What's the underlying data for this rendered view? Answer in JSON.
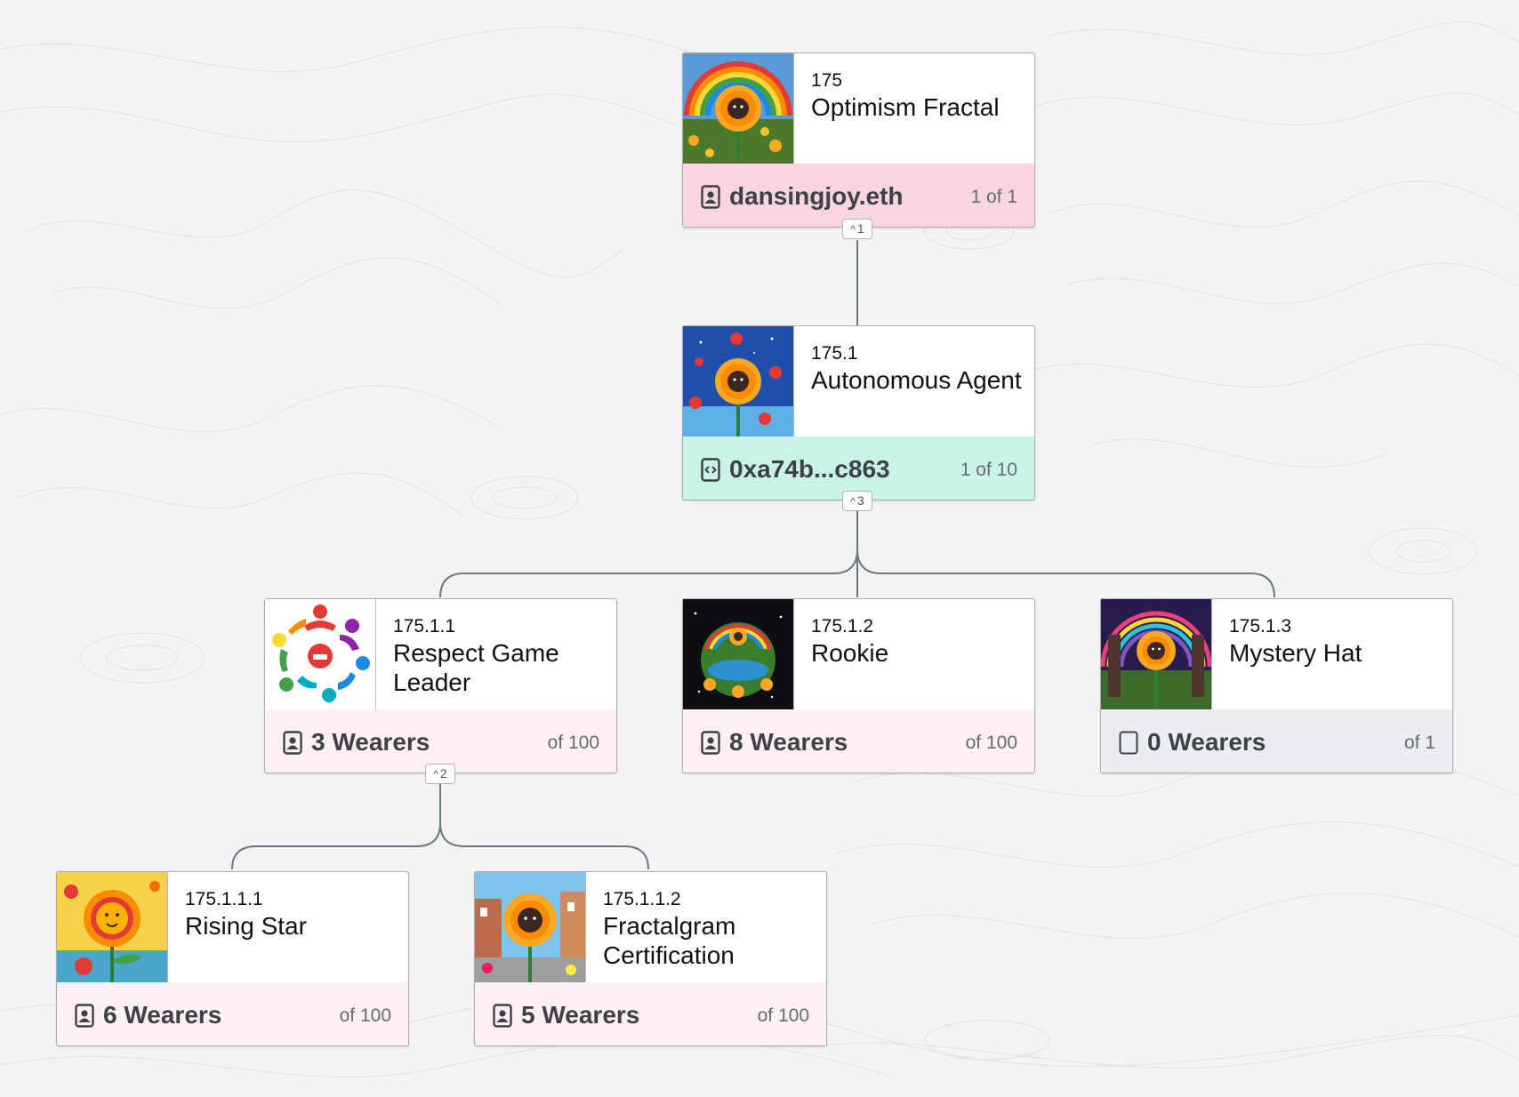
{
  "colors": {
    "wearer_pink": "#f8d5e0",
    "module_teal": "#c8f3e6",
    "light_pink": "#fdf1f5",
    "empty_gray": "#ecedf1",
    "connector": "#6e7785"
  },
  "hats": [
    {
      "id": "175",
      "name": "Optimism Fractal",
      "wearer": "dansingjoy.eth",
      "count": "1 of 1",
      "wearer_icon": "badge-icon",
      "image": "rainbow-sunflower-image"
    },
    {
      "id": "175.1",
      "name": "Autonomous Agent",
      "wearer": "0xa74b...c863",
      "count": "1 of 10",
      "wearer_icon": "code-icon",
      "image": "juggling-sunflower-image"
    },
    {
      "id": "175.1.1",
      "name": "Respect Game Leader",
      "wearer": "3 Wearers",
      "count": "of 100",
      "wearer_icon": "badge-icon",
      "image": "circle-of-people-image"
    },
    {
      "id": "175.1.2",
      "name": "Rookie",
      "wearer": "8 Wearers",
      "count": "of 100",
      "wearer_icon": "badge-icon",
      "image": "sunflower-world-image"
    },
    {
      "id": "175.1.3",
      "name": "Mystery Hat",
      "wearer": "0 Wearers",
      "count": "of 1",
      "wearer_icon": "empty-badge-icon",
      "image": "neon-sunflower-image"
    },
    {
      "id": "175.1.1.1",
      "name": "Rising Star",
      "wearer": "6 Wearers",
      "count": "of 100",
      "wearer_icon": "badge-icon",
      "image": "star-sunflower-image"
    },
    {
      "id": "175.1.1.2",
      "name": "Fractalgram Certification",
      "wearer": "5 Wearers",
      "count": "of 100",
      "wearer_icon": "badge-icon",
      "image": "town-sunflower-image"
    }
  ],
  "toggles": [
    {
      "label": "1",
      "icon": "chevron-up-icon"
    },
    {
      "label": "3",
      "icon": "chevron-up-icon"
    },
    {
      "label": "2",
      "icon": "chevron-up-icon"
    }
  ]
}
